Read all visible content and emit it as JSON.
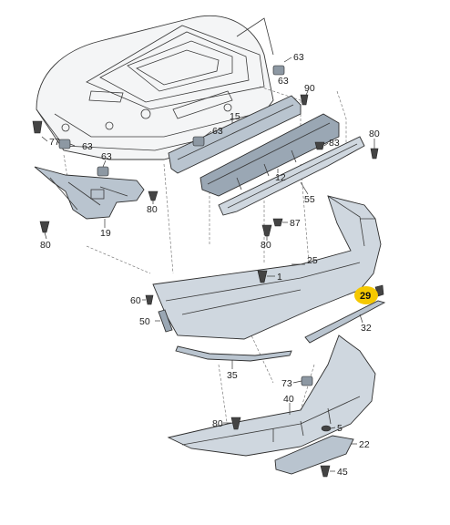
{
  "diagram": {
    "highlight_color": "#f5c800",
    "highlighted_label": "29",
    "part_numbers": [
      "63",
      "63",
      "90",
      "15",
      "63",
      "83",
      "80",
      "77",
      "63",
      "63",
      "12",
      "80",
      "19",
      "80",
      "55",
      "87",
      "80",
      "1",
      "25",
      "60",
      "29",
      "50",
      "32",
      "35",
      "73",
      "40",
      "80",
      "5",
      "22",
      "45"
    ]
  }
}
